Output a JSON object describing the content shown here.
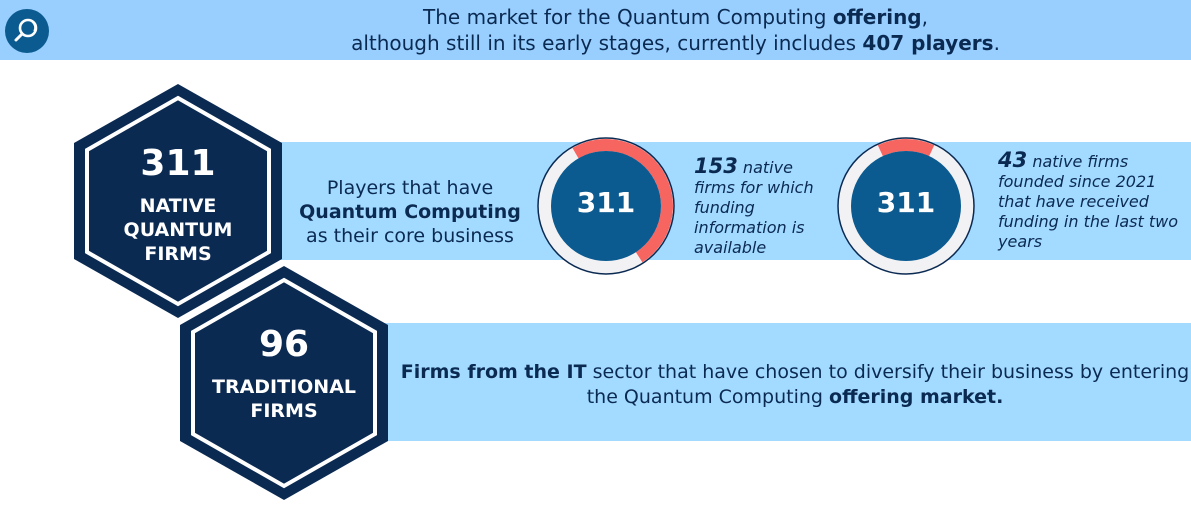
{
  "header": {
    "logo_icon": "magnifier-icon",
    "line1_pre": "The market for the Quantum Computing ",
    "line1_bold": "offering",
    "line1_post": ",",
    "line2_pre": "although still in its early stages, currently includes ",
    "line2_bold": "407 players",
    "line2_post": "."
  },
  "native": {
    "count": "311",
    "label_lines": [
      "NATIVE",
      "QUANTUM",
      "FIRMS"
    ],
    "desc_line1": "Players that have",
    "desc_bold": "Quantum Computing",
    "desc_line3": "as their core business"
  },
  "donuts": [
    {
      "center_value": "311",
      "highlight_value": 153,
      "total": 311,
      "note_bold": "153",
      "note_text": " native firms for which funding information is available",
      "highlight_color": "#f76560",
      "track_color": "#f2f2f4",
      "center_color": "#0b5b91"
    },
    {
      "center_value": "311",
      "highlight_value": 43,
      "total": 311,
      "note_bold": "43",
      "note_text": " native firms founded since 2021 that have received funding in the last two years",
      "highlight_color": "#f76560",
      "track_color": "#f2f2f4",
      "center_color": "#0b5b91"
    }
  ],
  "traditional": {
    "count": "96",
    "label_lines": [
      "TRADITIONAL",
      "FIRMS"
    ],
    "desc_bold1": "Firms from the IT",
    "desc_mid": " sector that have chosen to diversify their business by entering the Quantum Computing ",
    "desc_bold2": "offering market."
  },
  "colors": {
    "header_bg": "#99cfff",
    "band_bg": "#a3daff",
    "navy": "#0b2a52",
    "accent_red": "#f76560",
    "donut_blue": "#0b5b91"
  }
}
